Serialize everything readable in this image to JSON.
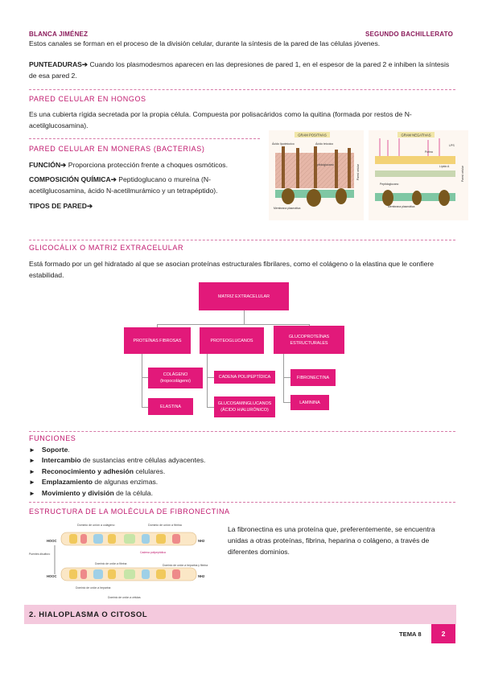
{
  "header": {
    "author": "BLANCA JIMÉNEZ",
    "course": "SEGUNDO BACHILLERATO"
  },
  "intro": {
    "text": "Estos canales se forman en el proceso de la división celular, durante la síntesis de la pared de las células jóvenes."
  },
  "punteaduras": {
    "term": "PUNTEADURAS",
    "text": "Cuando los plasmodesmos aparecen en las depresiones de pared 1, en el espesor de la pared 2 e inhiben la síntesis de esa pared 2."
  },
  "hongos": {
    "title": "PARED CELULAR EN HONGOS",
    "text": "Es una cubierta rígida secretada por la propia célula. Compuesta por polisacáridos como la quitina (formada por restos de N-acetilglucosamina)."
  },
  "moneras": {
    "title": "PARED CELULAR EN MONERAS (BACTERIAS)",
    "funcion_term": "FUNCIÓN",
    "funcion_text": "Proporciona protección frente a choques osmóticos.",
    "composicion_term": "COMPOSICIÓN QUÍMICA",
    "composicion_text": "Peptidoglucano o mureína (N-acetilglucosamina, ácido N-acetilmurámico y un tetrapéptido).",
    "tipos_term": "TIPOS DE PARED"
  },
  "bacteria_figure": {
    "left_title": "GRAM POSITIVAS",
    "left_labels": [
      "Ácido lipoteicoico",
      "Ácido teicoico",
      "Peptidoglucano",
      "Membrana plasmática",
      "Pared celular"
    ],
    "right_title": "GRAM NEGATIVAS",
    "right_labels": [
      "LPS",
      "Porina",
      "Lípido A",
      "Pared celular",
      "Peptidoglucano",
      "Membrana plasmática"
    ]
  },
  "glicocalix": {
    "title": "GLICOCÁLIX O MATRIZ EXTRACELULAR",
    "text": "Está formado por un gel hidratado al que se asocian proteínas estructurales fibrilares, como el colágeno o la elastina que le confiere estabilidad."
  },
  "concept_map": {
    "root": "MATRIZ EXTRACELULAR",
    "proteinas": "PROTEÍNAS FIBROSAS",
    "proteoglucanos": "PROTEOGLUCANOS",
    "glucoproteinas": "GLUCOPROTEÍNAS ESTRUCTURALES",
    "colageno": "COLÁGENO (tropocolágeno)",
    "elastina": "ELASTINA",
    "cadena": "CADENA POLIPEPTÍDICA",
    "glucosamin": "GLUCOSAMINGLUCANOS (ÁCIDO HIALURÓNICO)",
    "fibronectina": "FIBRONECTINA",
    "laminina": "LAMININA"
  },
  "funciones": {
    "title": "FUNCIONES",
    "items": [
      {
        "bold": "Soporte",
        "rest": "."
      },
      {
        "bold": "Intercambio",
        "rest": " de sustancias entre células adyacentes."
      },
      {
        "bold": "Reconocimiento y adhesión",
        "rest": " celulares."
      },
      {
        "bold": "Emplazamiento",
        "rest": " de algunas enzimas."
      },
      {
        "bold": "Movimiento y división",
        "rest": " de la célula."
      }
    ]
  },
  "fibronectina": {
    "title": "ESTRUCTURA DE LA MOLÉCULA DE FIBRONECTINA",
    "text": "La fibronectina es una proteína que, preferentemente, se encuentra unidas a otras proteínas, fibrina, heparina o colágeno, a través de diferentes dominios."
  },
  "fibro_figure": {
    "labels": [
      "Dominio de unión a colágeno",
      "Dominio de unión a fibrina",
      "HOOC",
      "Puentes disulfuro",
      "HOOC",
      "Dominio de unión a fibrina",
      "Dominio de unión a heparina",
      "Cadena polipeptídica",
      "Dominio de unión a células",
      "Dominio de unión a heparina y fibrina",
      "NH2",
      "NH2"
    ]
  },
  "hialoplasma": {
    "title": "2. HIALOPLASMA O CITOSOL"
  },
  "footer": {
    "tema": "TEMA 8",
    "page": "2"
  },
  "colors": {
    "accent": "#c0196e",
    "box": "#e2197a",
    "band": "#f4c9dd"
  }
}
